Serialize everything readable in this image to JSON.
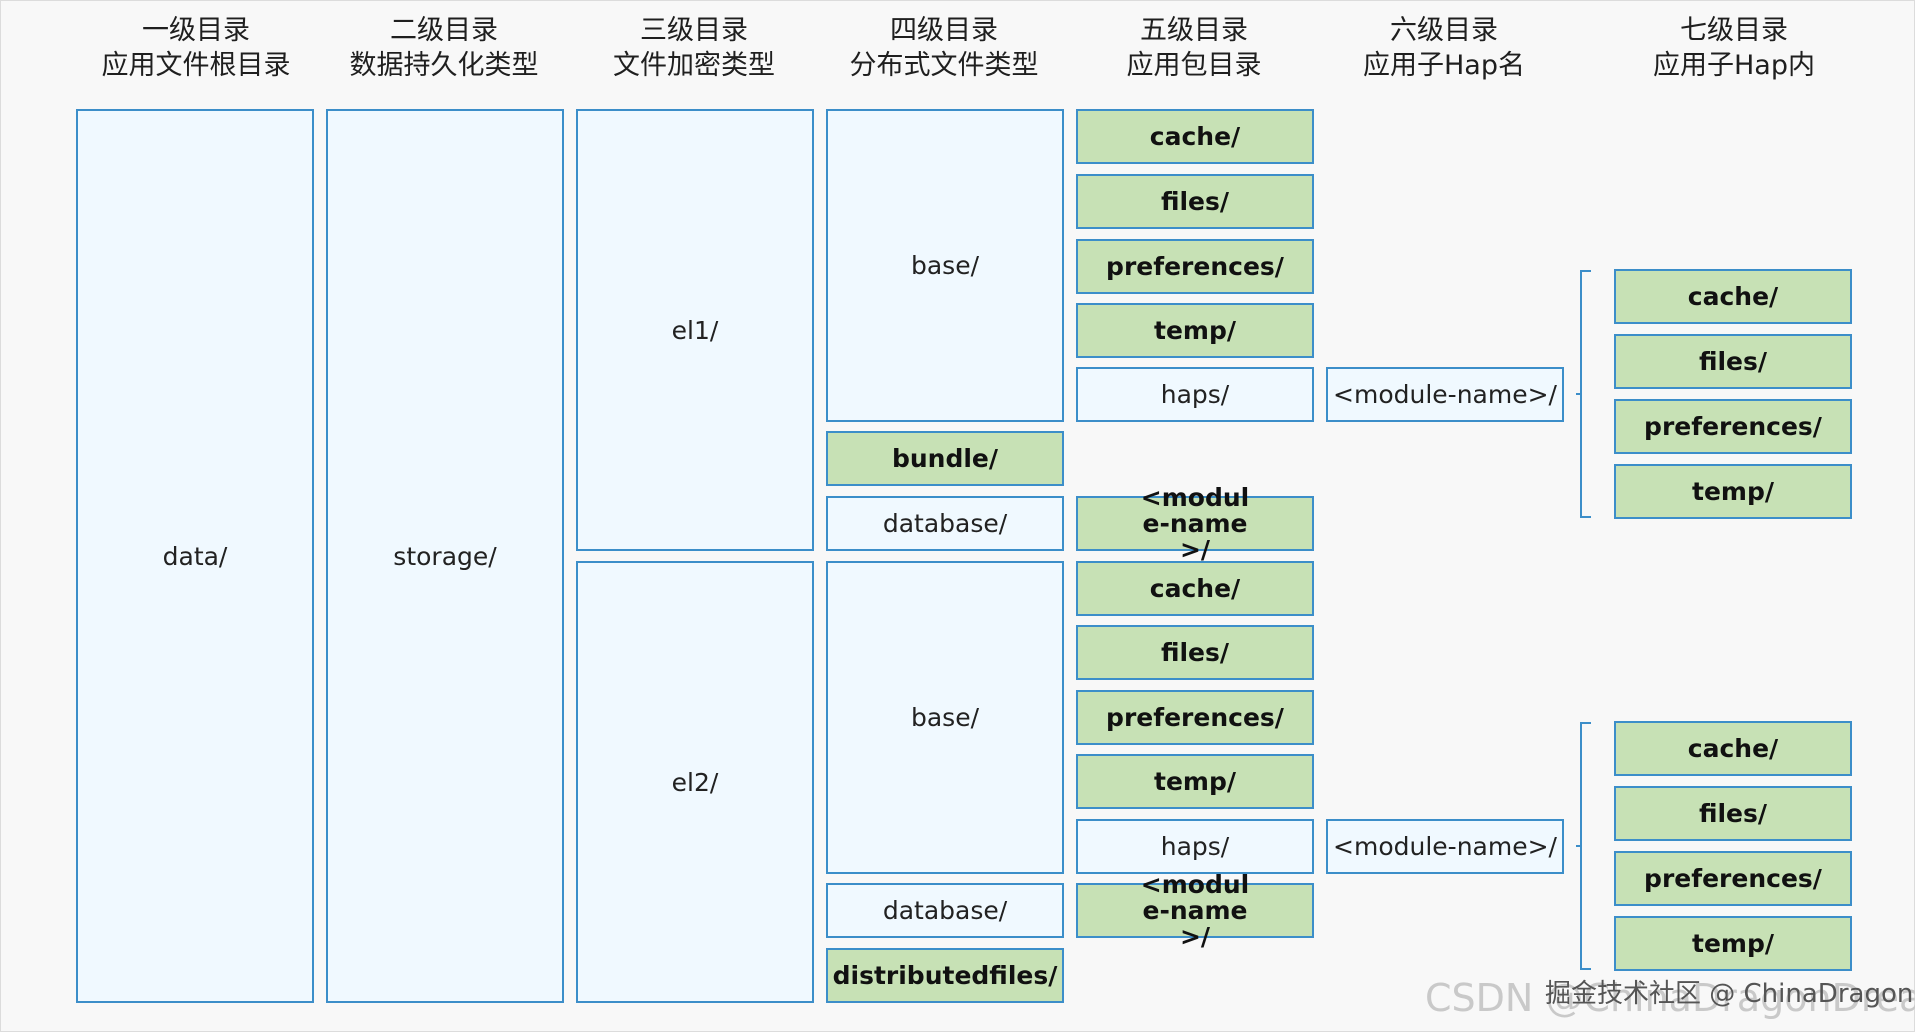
{
  "headers": [
    {
      "line1": "一级目录",
      "line2": "应用文件根目录"
    },
    {
      "line1": "二级目录",
      "line2": "数据持久化类型"
    },
    {
      "line1": "三级目录",
      "line2": "文件加密类型"
    },
    {
      "line1": "四级目录",
      "line2": "分布式文件类型"
    },
    {
      "line1": "五级目录",
      "line2": "应用包目录"
    },
    {
      "line1": "六级目录",
      "line2": "应用子Hap名"
    },
    {
      "line1": "七级目录",
      "line2": "应用子Hap内"
    }
  ],
  "level1": {
    "label": "data/"
  },
  "level2": {
    "label": "storage/"
  },
  "level3": {
    "el1": "el1/",
    "el2": "el2/"
  },
  "level4": {
    "el1": {
      "base": "base/",
      "bundle": "bundle/",
      "database": "database/"
    },
    "el2": {
      "base": "base/",
      "database": "database/",
      "distributedfiles": "distributedfiles/"
    }
  },
  "level5": {
    "el1": {
      "base": [
        "cache/",
        "files/",
        "preferences/",
        "temp/",
        "haps/"
      ],
      "database": "<module-name>/"
    },
    "el2": {
      "base": [
        "cache/",
        "files/",
        "preferences/",
        "temp/",
        "haps/"
      ],
      "database": "<module-name>/"
    }
  },
  "level6": {
    "el1": "<module-name>/",
    "el2": "<module-name>/"
  },
  "level7": {
    "el1": [
      "cache/",
      "files/",
      "preferences/",
      "temp/"
    ],
    "el2": [
      "cache/",
      "files/",
      "preferences/",
      "temp/"
    ]
  },
  "watermark": {
    "back": "CSDN @ChinaDragonDreamer",
    "front": "掘金技术社区 @ ChinaDragon"
  },
  "colors": {
    "border": "#3c8ec9",
    "light_fill": "#f0f9ff",
    "green_fill": "#c7e1b5",
    "background": "#f8f8f8"
  }
}
